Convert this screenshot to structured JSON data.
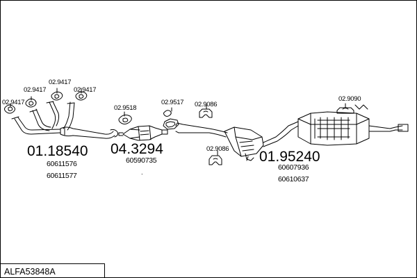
{
  "diagram": {
    "kit_code": "ALFA53848A",
    "groups": [
      {
        "name": "front-pipe",
        "main_part": "01.18540",
        "oe_numbers": [
          "60611576",
          "60611577"
        ]
      },
      {
        "name": "catalytic-converter",
        "main_part": "04.3294",
        "oe_numbers": [
          "60590735"
        ]
      },
      {
        "name": "silencer-system",
        "main_part": "01.95240",
        "oe_numbers": [
          "60607936",
          "60610637"
        ]
      }
    ],
    "fittings": {
      "gasket_a": "02.9417",
      "gasket_b": "02.9417",
      "gasket_c": "02.9417",
      "gasket_d": "02.9417",
      "gasket_cat": "02.9518",
      "clamp_a": "02.9517",
      "mount_a": "02.9086",
      "mount_b": "02.9086",
      "mount_c": "02.9090"
    },
    "dot": "."
  }
}
